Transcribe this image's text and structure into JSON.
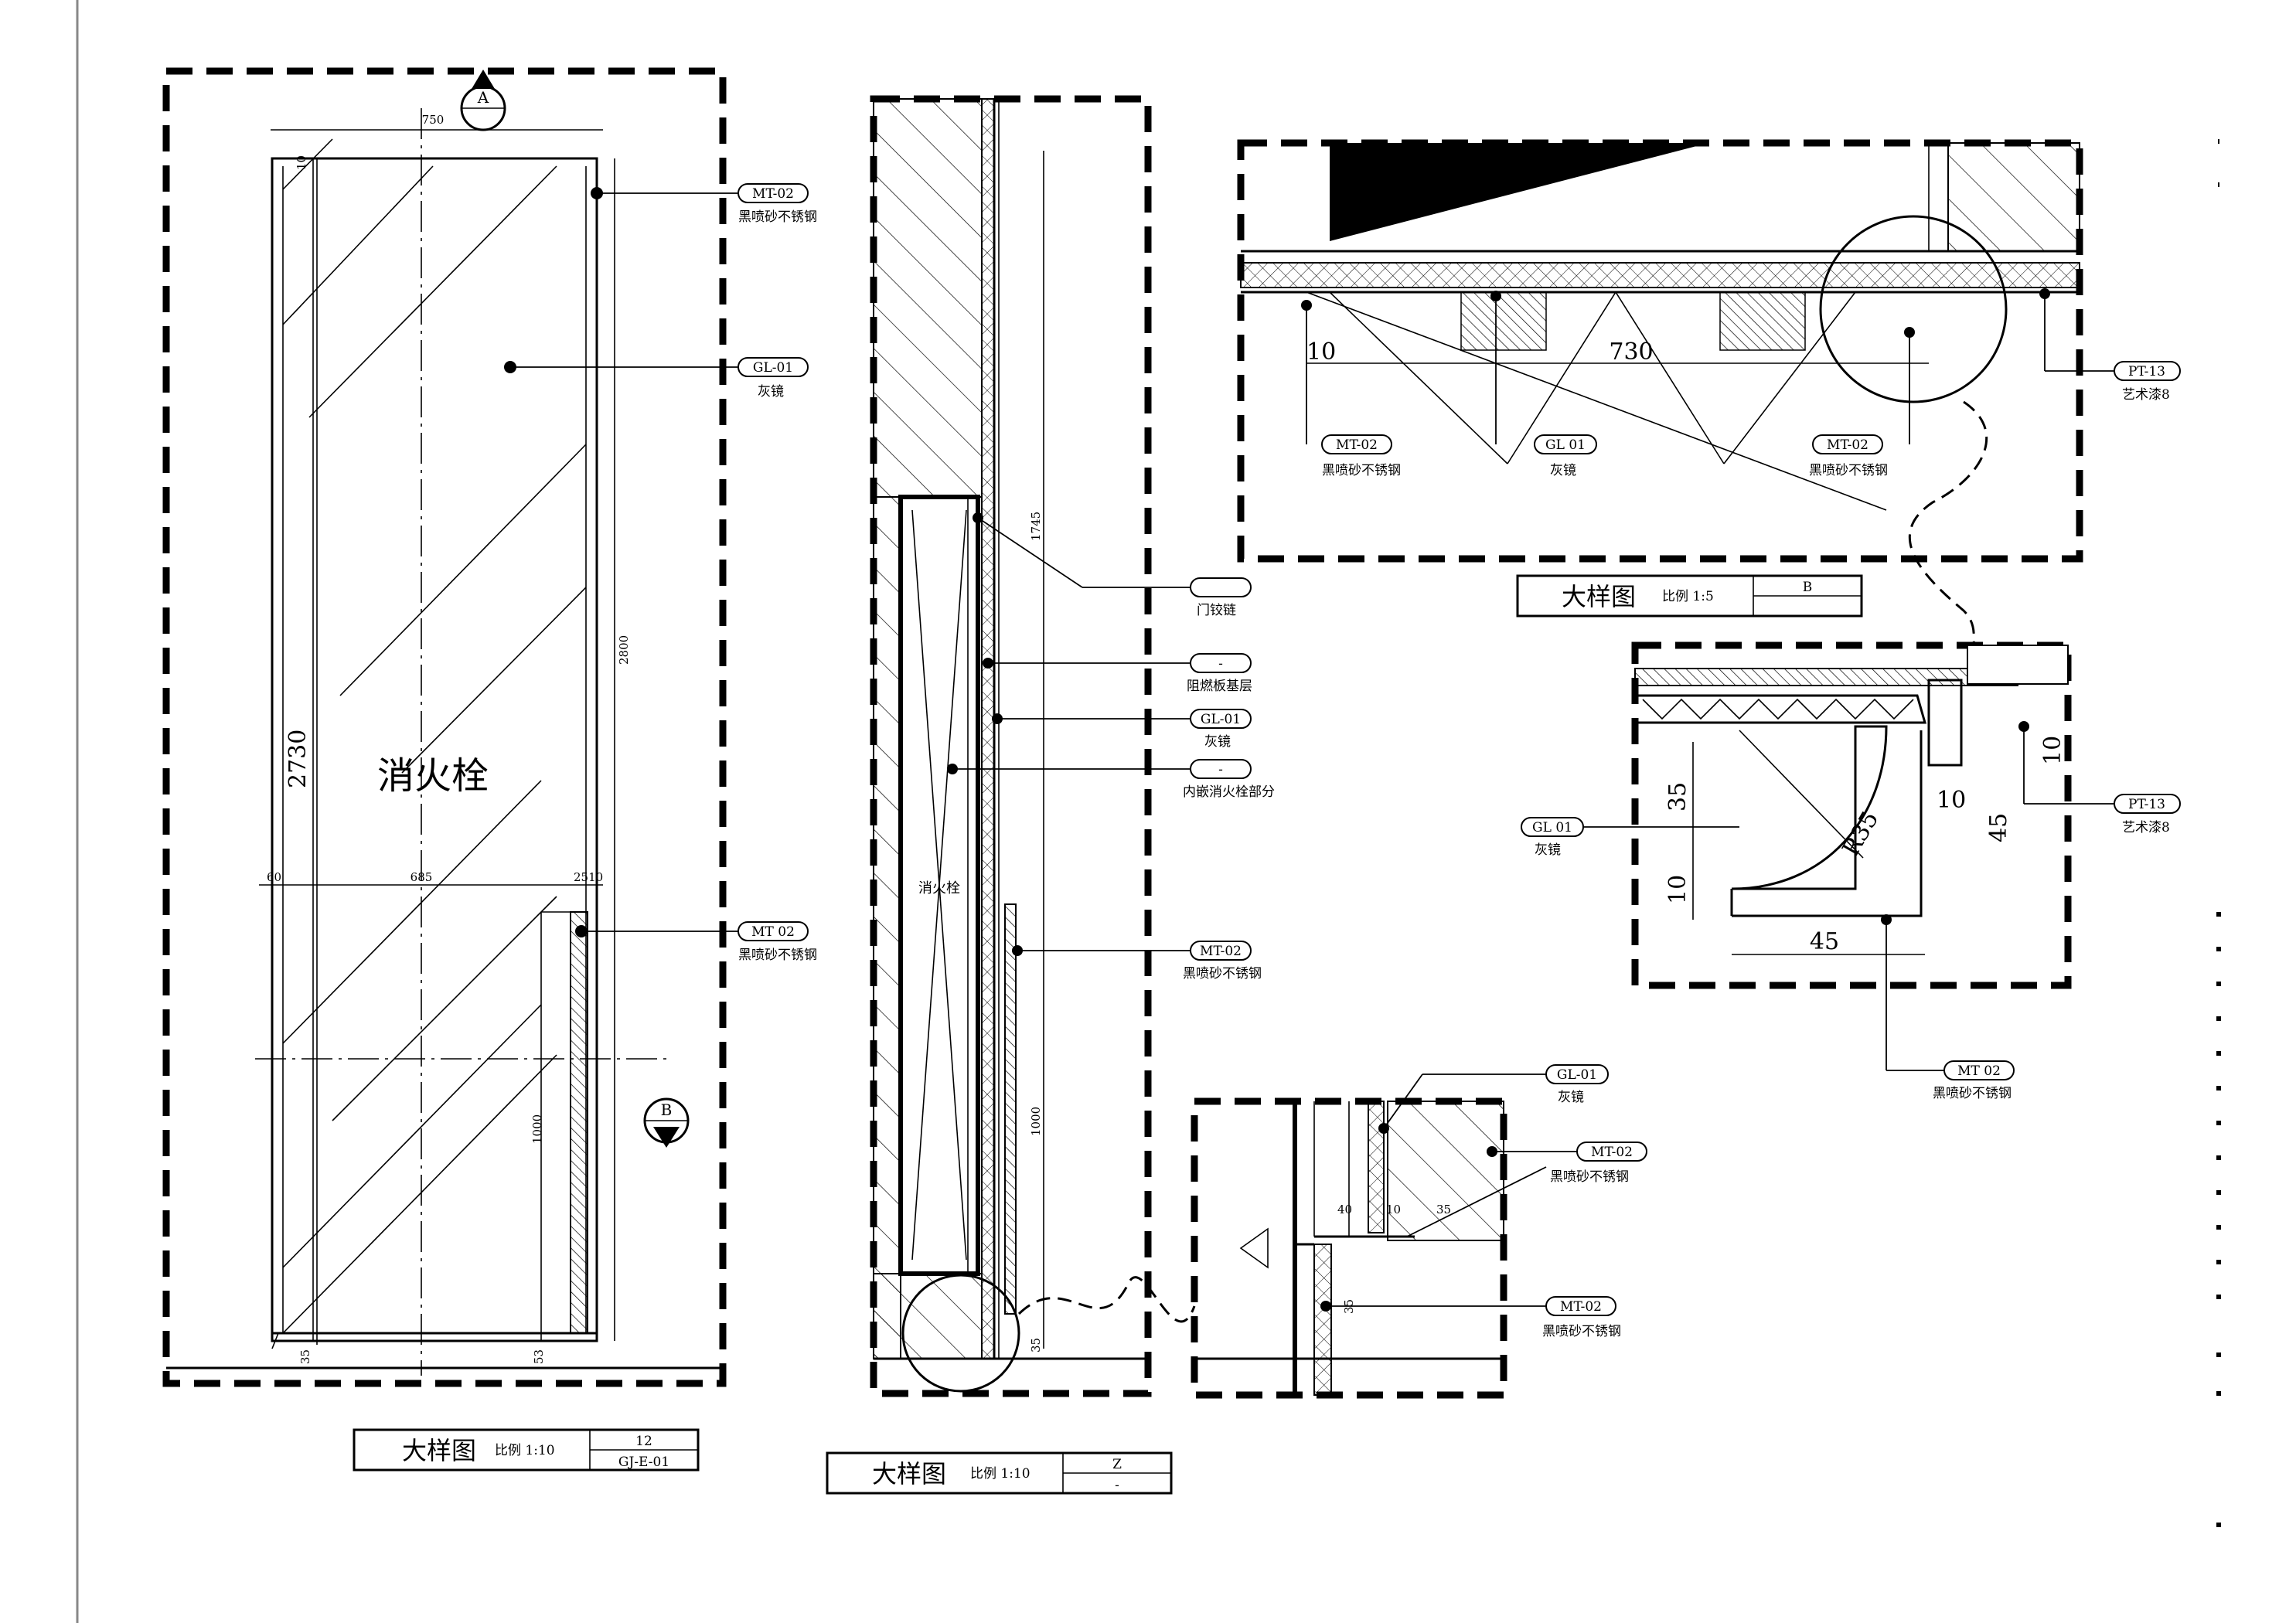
{
  "views": {
    "elevation": {
      "section_marker_top": "A",
      "section_marker_side": "B",
      "center_label": "消火栓",
      "dims": {
        "width_top": "750",
        "top_gap": "10",
        "height_inner": "2730",
        "height_overall": "2800",
        "left_gap": "60",
        "inner_width": "685",
        "right_gap": "2510",
        "base_height": "1000",
        "bottom_gap": "35",
        "bottom_right": "53"
      },
      "tags": [
        {
          "code": "MT-02",
          "desc": "黑喷砂不锈钢"
        },
        {
          "code": "GL-01",
          "desc": "灰镜"
        },
        {
          "code": "MT 02",
          "desc": "黑喷砂不锈钢"
        }
      ],
      "title": {
        "name": "大样图",
        "scale": "比例 1:10",
        "num": "12",
        "ref": "GJ-E-01"
      }
    },
    "section": {
      "inner_label": "消火栓",
      "dims": {
        "upper": "1745",
        "lower": "1000",
        "bottom": "35"
      },
      "tags": [
        {
          "code": "",
          "desc": "门铰链"
        },
        {
          "code": "-",
          "desc": "阻燃板基层"
        },
        {
          "code": "GL-01",
          "desc": "灰镜"
        },
        {
          "code": "-",
          "desc": "内嵌消火栓部分"
        },
        {
          "code": "MT-02",
          "desc": "黑喷砂不锈钢"
        }
      ],
      "title": {
        "name": "大样图",
        "scale": "比例 1:10",
        "num": "Z",
        "ref": "-"
      }
    },
    "detail_b": {
      "dims": {
        "left": "10",
        "main": "730"
      },
      "tags": [
        {
          "code": "MT-02",
          "desc": "黑喷砂不锈钢"
        },
        {
          "code": "GL 01",
          "desc": "灰镜"
        },
        {
          "code": "MT-02",
          "desc": "黑喷砂不锈钢"
        },
        {
          "code": "PT-13",
          "desc": "艺术漆8"
        }
      ],
      "title": {
        "name": "大样图",
        "scale": "比例 1:5",
        "num": "B",
        "ref": ""
      }
    },
    "detail_corner": {
      "dims": {
        "d35": "35",
        "d10a": "10",
        "d45b": "45",
        "radius": "R35",
        "d10b": "10",
        "d45c": "45",
        "d10c": "10"
      },
      "tags": [
        {
          "code": "GL 01",
          "desc": "灰镜"
        },
        {
          "code": "PT-13",
          "desc": "艺术漆8"
        },
        {
          "code": "MT 02",
          "desc": "黑喷砂不锈钢"
        }
      ]
    },
    "detail_base": {
      "dims": {
        "d40": "40",
        "d10": "10",
        "d35": "35",
        "d35b": "35"
      },
      "tags": [
        {
          "code": "GL-01",
          "desc": "灰镜"
        },
        {
          "code": "MT-02",
          "desc": "黑喷砂不锈钢"
        },
        {
          "code": "MT-02",
          "desc": "黑喷砂不锈钢"
        }
      ]
    }
  }
}
